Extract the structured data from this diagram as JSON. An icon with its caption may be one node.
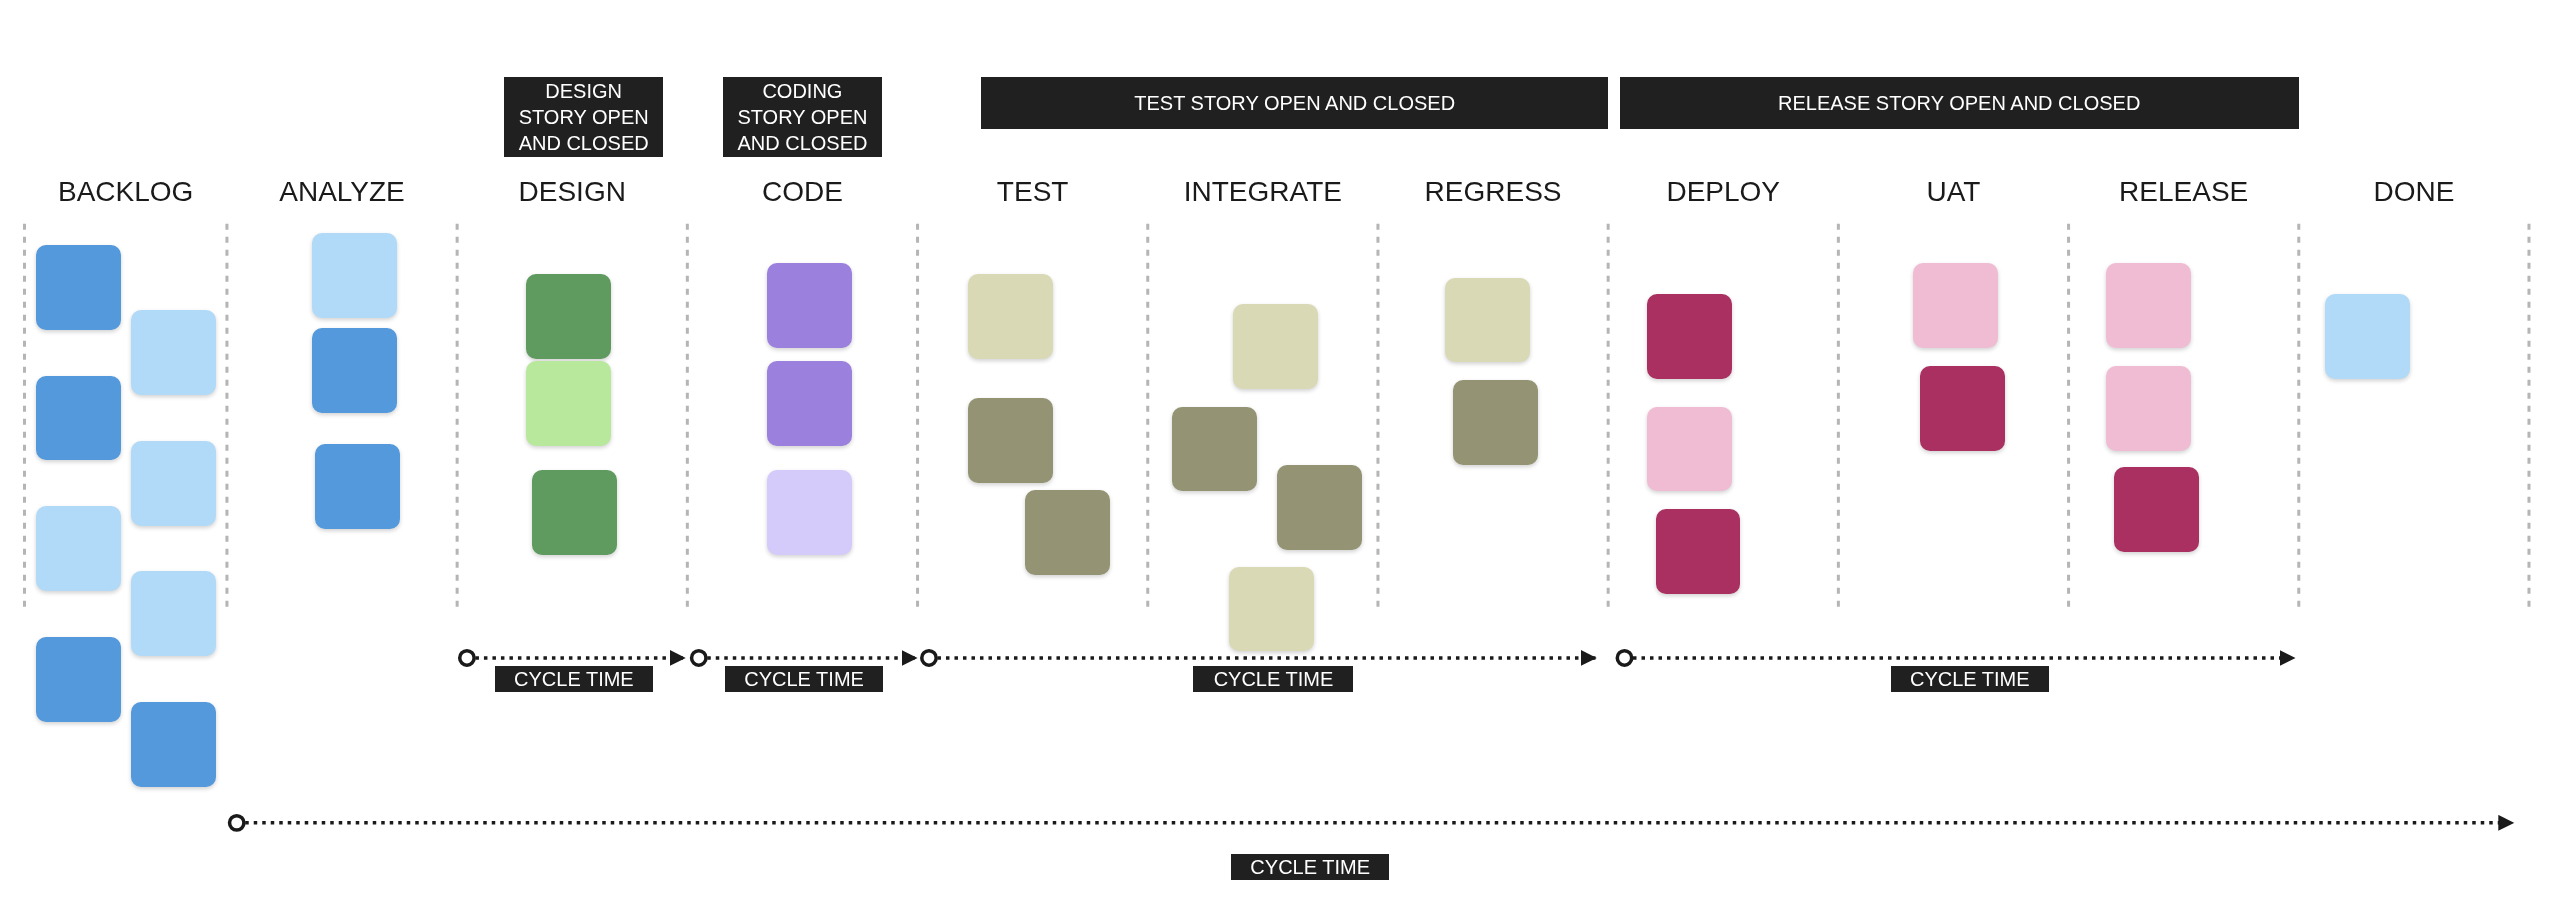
{
  "diagram": {
    "nodes": [
      {
        "text": [
          "DESIGN STORY OPEN AND CLOSED"
        ]
      },
      {
        "text": [
          "CODING STORY OPEN AND CLOSED"
        ]
      },
      {
        "text": [
          "TEST STORY OPEN AND CLOSED"
        ]
      },
      {
        "text": [
          "RELEASE STORY OPEN AND CLOSED"
        ]
      },
      {
        "text": [],
        "shape": "box"
      },
      {
        "text": [],
        "shape": "box"
      },
      {
        "text": [],
        "shape": "box"
      },
      {
        "text": [],
        "shape": "box"
      },
      {
        "text": [],
        "shape": "box"
      },
      {
        "text": [],
        "shape": "box"
      },
      {
        "text": [],
        "shape": "box"
      },
      {
        "text": [],
        "shape": "box"
      },
      {
        "text": [],
        "shape": "box"
      },
      {
        "text": [],
        "shape": "box"
      },
      {
        "text": [],
        "shape": "box"
      },
      {
        "text": [],
        "shape": "box"
      },
      {
        "text": [],
        "shape": "box"
      },
      {
        "text": [],
        "shape": "box"
      },
      {
        "text": [],
        "shape": "box"
      },
      {
        "text": [],
        "shape": "box"
      },
      {
        "text": [],
        "shape": "box"
      },
      {
        "text": [],
        "shape": "box"
      },
      {
        "text": [],
        "shape": "box"
      },
      {
        "text": [],
        "shape": "box"
      },
      {
        "text": [],
        "shape": "box"
      },
      {
        "text": [],
        "shape": "box"
      },
      {
        "text": [],
        "shape": "box"
      },
      {
        "text": [],
        "shape": "box"
      },
      {
        "text": [],
        "shape": "box"
      },
      {
        "text": [],
        "shape": "box"
      },
      {
        "text": [],
        "shape": "box"
      },
      {
        "text": [],
        "shape": "box"
      },
      {
        "text": [],
        "shape": "box"
      },
      {
        "text": [],
        "shape": "box"
      },
      {
        "text": [],
        "shape": "box"
      },
      {
        "text": [],
        "shape": "box"
      },
      {
        "text": [],
        "shape": "box"
      },
      {
        "text": [],
        "shape": "box"
      },
      {
        "text": [],
        "shape": "box"
      },
      {
        "text": [
          "CYCLE TIME"
        ]
      },
      {
        "text": [
          "CYCLE TIME"
        ]
      },
      {
        "text": [
          "CYCLE TIME"
        ]
      },
      {
        "text": [
          "CYCLE TIME"
        ]
      },
      {
        "text": [
          "CYCLE TIME"
        ]
      }
    ],
    "labels": [
      "BACKLOG",
      "ANALYZE",
      "DESIGN",
      "CODE",
      "TEST",
      "INTEGRATE",
      "REGRESS",
      "DEPLOY",
      "UAT",
      "RELEASE",
      "DONE"
    ]
  }
}
